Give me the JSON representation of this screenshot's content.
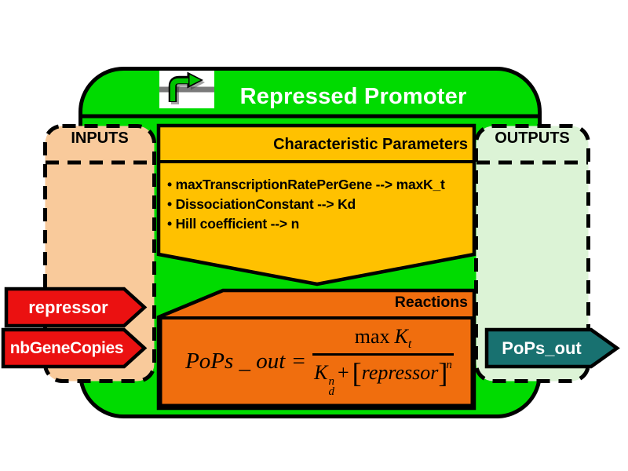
{
  "module": {
    "title": "Repressed Promoter",
    "icon": "promoter-arrow-icon"
  },
  "inputs_panel": {
    "title": "INPUTS",
    "ports": [
      {
        "label": "repressor"
      },
      {
        "label": "nbGeneCopies"
      }
    ]
  },
  "outputs_panel": {
    "title": "OUTPUTS",
    "ports": [
      {
        "label": "PoPs_out"
      }
    ]
  },
  "parameters_section": {
    "title": "Characteristic Parameters",
    "items": [
      "• maxTranscriptionRatePerGene --> maxK_t",
      "• DissociationConstant --> Kd",
      "• Hill coefficient --> n"
    ]
  },
  "reactions_section": {
    "title": "Reactions",
    "formula": {
      "lhs": "PoPs _ out =",
      "numerator": {
        "prefix": "max",
        "symbol": "K",
        "subscript": "t"
      },
      "denominator": {
        "symbol": "K",
        "superscript": "n",
        "subscript": "d",
        "operator": "+",
        "open_bracket": "[",
        "argument": "repressor",
        "close_bracket": "]",
        "exponent": "n"
      }
    }
  },
  "colors": {
    "module_green": "#00DB00",
    "parameters_gold": "#FFC100",
    "reactions_orange": "#F06E0E",
    "inputs_peach": "#F9CA9B",
    "outputs_mint": "#DCF3D6",
    "input_port_red": "#EB1111",
    "output_port_teal": "#187170",
    "outline_black": "#000000"
  }
}
